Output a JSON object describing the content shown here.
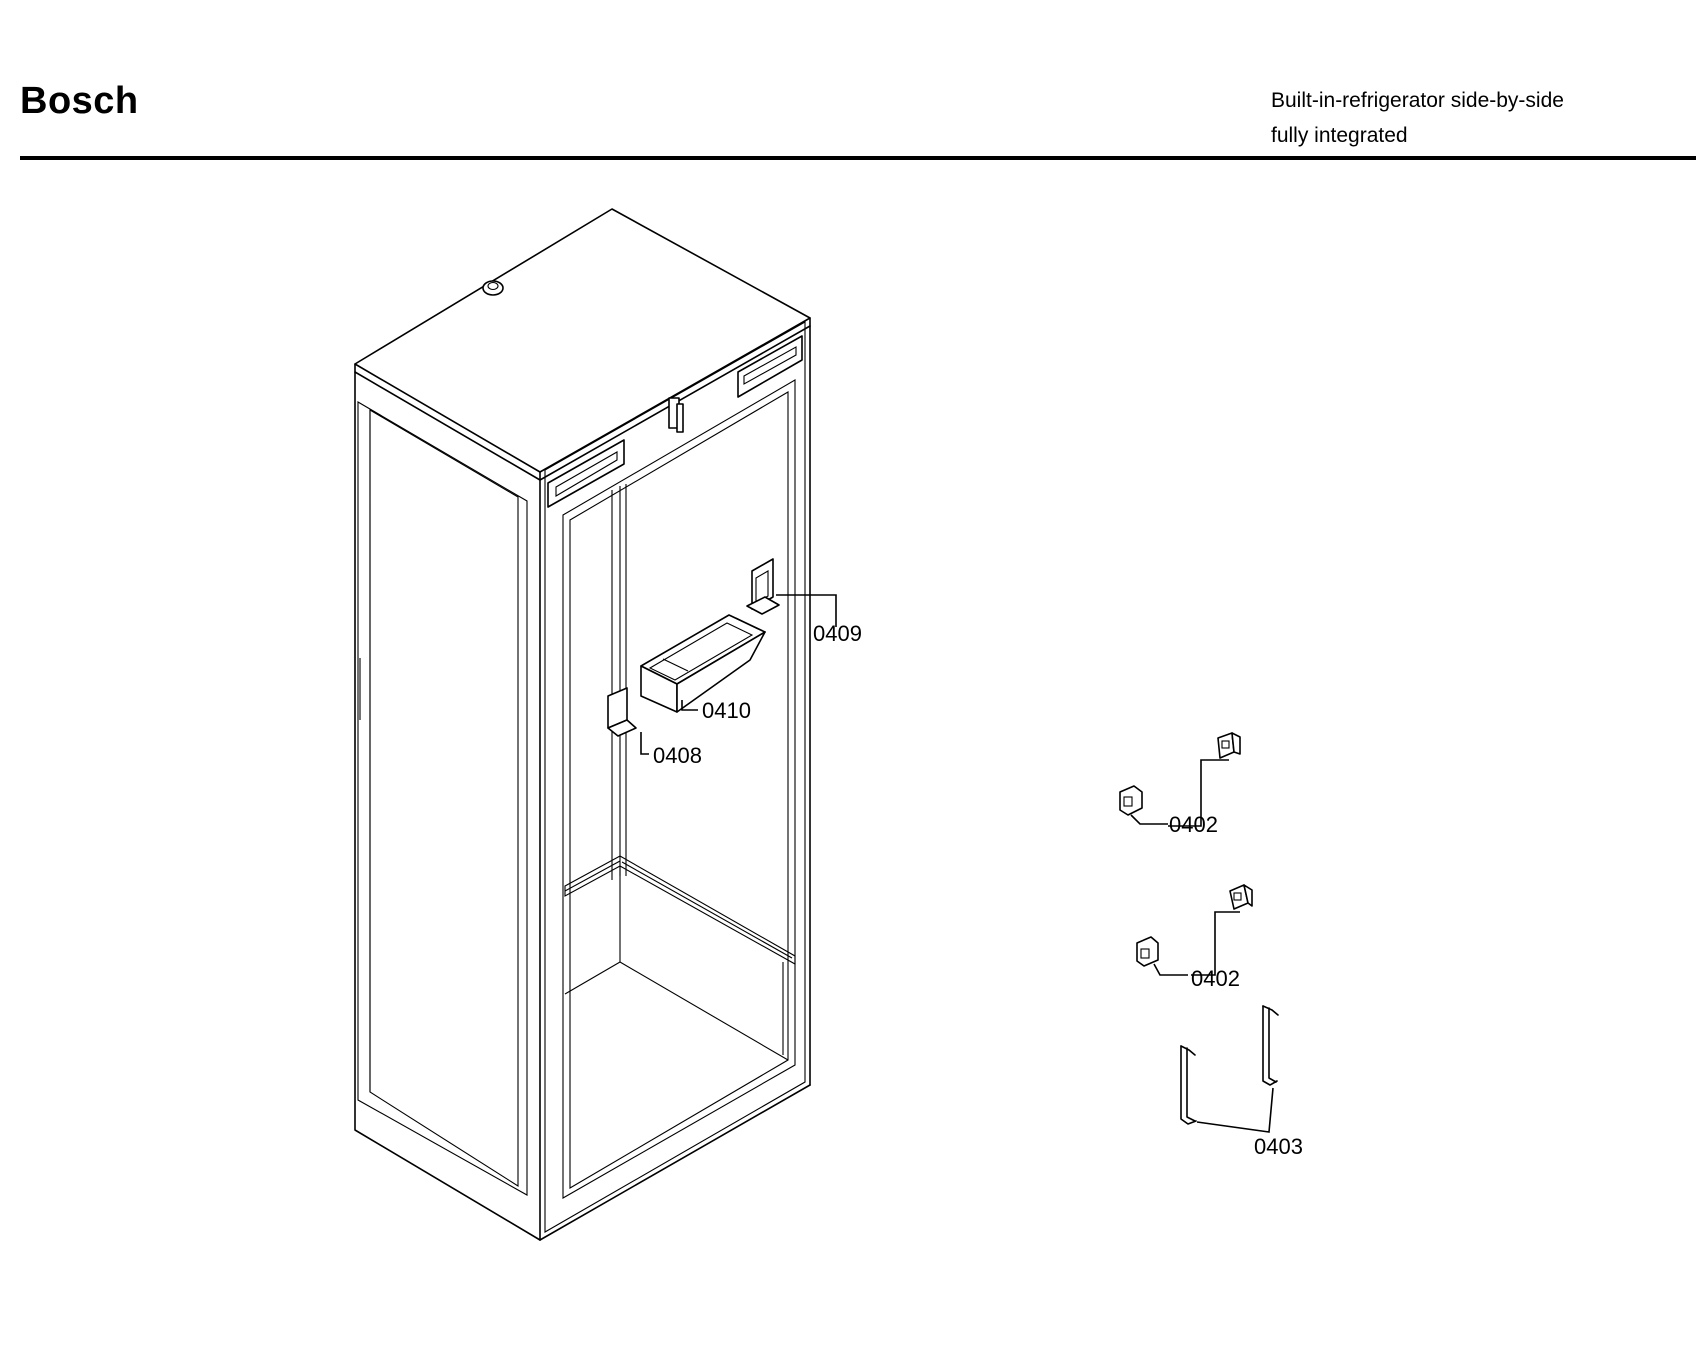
{
  "header": {
    "brand": "Bosch",
    "subtitle_line1": "Built-in-refrigerator side-by-side",
    "subtitle_line2": "fully integrated"
  },
  "callouts": {
    "p0409": "0409",
    "p0410": "0410",
    "p0408": "0408",
    "p0402_a": "0402",
    "p0402_b": "0402",
    "p0403": "0403"
  }
}
